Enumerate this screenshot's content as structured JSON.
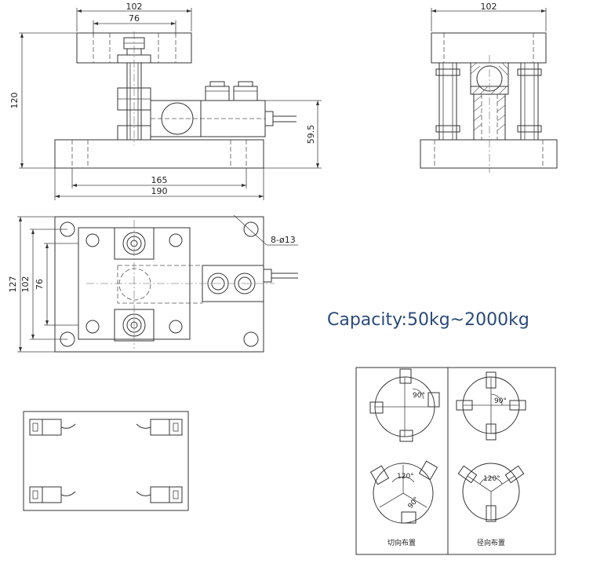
{
  "front_view": {
    "dim_top_outer": "102",
    "dim_top_inner": "76",
    "dim_height": "120",
    "dim_mid_height": "59.5",
    "dim_base_inner": "165",
    "dim_base_outer": "190"
  },
  "side_view": {
    "dim_width": "102"
  },
  "plan_view": {
    "dim_height_outer": "127",
    "dim_height_mid": "102",
    "dim_height_inner": "76",
    "hole_label": "8-ø13"
  },
  "capacity_text": "Capacity:50kg~2000kg",
  "layout_panel": {
    "tangential": {
      "caption": "切向布置",
      "angle_top": "90°",
      "angle_bottom_top": "120°",
      "angle_bottom": "90°"
    },
    "radial": {
      "caption": "径向布置",
      "angle_top": "90°",
      "angle_bottom": "120°"
    }
  }
}
